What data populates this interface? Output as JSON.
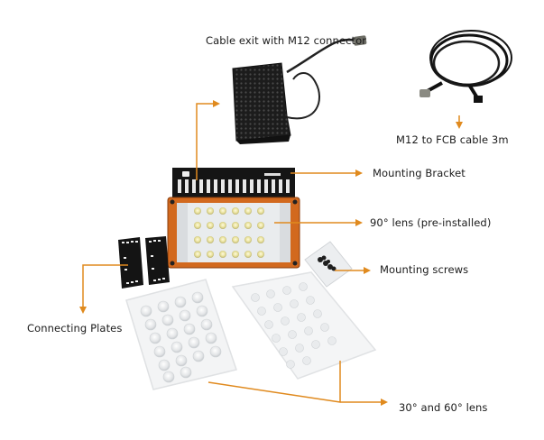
{
  "diagram": {
    "accent_color": "#E08A1E",
    "housing_color": "#D2691E",
    "labels": {
      "cable_exit": "Cable exit with M12 connector",
      "m12_cable": "M12 to FCB cable 3m",
      "mounting_bracket": "Mounting Bracket",
      "lens_90": "90° lens (pre-installed)",
      "mounting_screws": "Mounting screws",
      "connecting_plates": "Connecting Plates",
      "lens_30_60": "30° and 60° lens"
    },
    "components": [
      {
        "id": "heatsink-with-cable",
        "icon": "heatsink-icon"
      },
      {
        "id": "m12-fcb-cable-coil",
        "icon": "cable-coil-icon"
      },
      {
        "id": "led-light-unit",
        "icon": "led-panel-icon",
        "led_rows": 4,
        "led_cols": 6
      },
      {
        "id": "connecting-plates",
        "icon": "plate-icon",
        "count": 2
      },
      {
        "id": "screw-bag",
        "icon": "screw-bag-icon"
      },
      {
        "id": "lens-30",
        "icon": "lens-plate-icon"
      },
      {
        "id": "lens-60",
        "icon": "lens-plate-icon"
      }
    ]
  }
}
